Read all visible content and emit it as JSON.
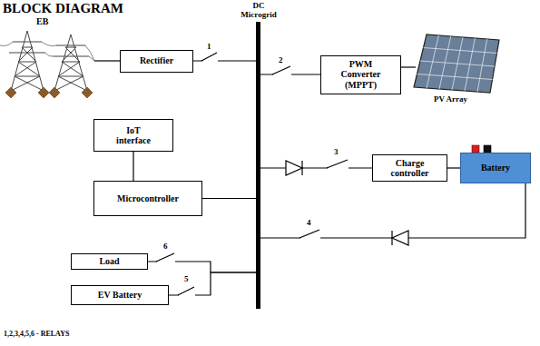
{
  "diagram": {
    "title": "BLOCK DIAGRAM",
    "nodes": [
      {
        "text": [
          "Rectifier"
        ]
      },
      {
        "text": [
          "DC Microgrid"
        ]
      },
      {
        "text": [
          "PWM Converter (MPPT)"
        ]
      },
      {
        "text": [
          "IoT interface"
        ]
      },
      {
        "text": [
          "Microcontroller"
        ]
      },
      {
        "text": [
          "Charge controller"
        ]
      },
      {
        "text": [
          "Battery"
        ]
      },
      {
        "text": [
          "Load"
        ]
      },
      {
        "text": [
          "EV Battery"
        ]
      }
    ],
    "edges": [
      {
        "from": 0,
        "to": 1,
        "arrow": "none"
      },
      {
        "from": 1,
        "to": 2,
        "arrow": "none"
      },
      {
        "from": 3,
        "to": 4,
        "arrow": "none"
      },
      {
        "from": 4,
        "to": 1,
        "arrow": "none"
      },
      {
        "from": 1,
        "to": 5,
        "arrow": "none"
      },
      {
        "from": 5,
        "to": 6,
        "arrow": "none"
      },
      {
        "from": 6,
        "to": 1,
        "arrow": "none"
      },
      {
        "from": 1,
        "to": 7,
        "arrow": "none"
      },
      {
        "from": 1,
        "to": 8,
        "arrow": "none"
      }
    ],
    "labels": [
      "EB",
      "1",
      "2",
      "PV Array",
      "3",
      "4",
      "6",
      "5",
      "1,2,3,4,5,6 - RELAYS"
    ]
  }
}
